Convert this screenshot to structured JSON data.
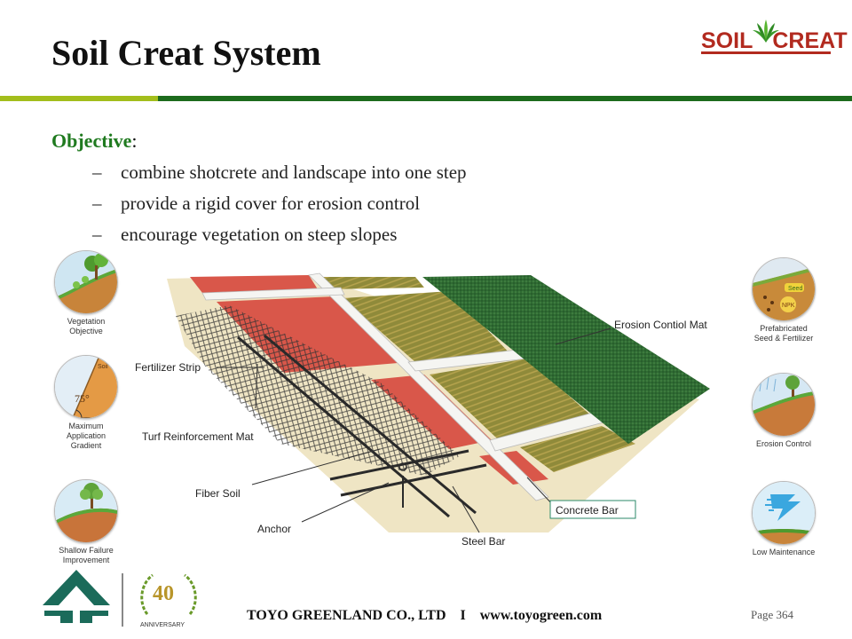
{
  "slide": {
    "title": "Soil Creat System",
    "logo": {
      "left_text": "SOIL",
      "right_text": "CREAT",
      "icon": "leaf-icon",
      "color": "#b22a1f"
    },
    "accent_colors": {
      "light_green": "#a3be1c",
      "dark_green": "#1d6b1d",
      "objective_green": "#1f7a1f"
    }
  },
  "objective": {
    "label": "Objective",
    "colon": ":",
    "bullets": [
      {
        "dash": "–",
        "text": "combine shotcrete and landscape into one step"
      },
      {
        "dash": "–",
        "text": "provide a rigid cover for erosion control"
      },
      {
        "dash": "–",
        "text": "encourage vegetation on steep slopes"
      }
    ]
  },
  "left_icons": [
    {
      "name": "vegetation-objective-icon",
      "caption": [
        "Vegetation",
        "Objective"
      ]
    },
    {
      "name": "slope-gradient-icon",
      "caption": [
        "Maximum",
        "Application",
        "Gradient"
      ],
      "badge_soil": "Soil",
      "badge_angle": "75°"
    },
    {
      "name": "shallow-failure-icon",
      "caption": [
        "Shallow Failure",
        "Improvement"
      ]
    }
  ],
  "right_icons": [
    {
      "name": "seed-fertilizer-icon",
      "caption": [
        "Prefabricated",
        "Seed & Fertilizer"
      ],
      "badge_seed": "Seed",
      "badge_npk": "NPK"
    },
    {
      "name": "erosion-control-icon",
      "caption": [
        "Erosion Control"
      ]
    },
    {
      "name": "low-maintenance-icon",
      "caption": [
        "Low Maintenance"
      ]
    }
  ],
  "diagram": {
    "labels": {
      "erosion_mat": "Erosion Contiol Mat",
      "fertilizer": "Fertilizer Strip",
      "turf": "Turf Reinforcement Mat",
      "fiber": "Fiber Soil",
      "anchor": "Anchor",
      "steel": "Steel Bar",
      "concrete": "Concrete Bar"
    }
  },
  "footer": {
    "anniversary_number": "40",
    "anniversary_label": "ANNIVERSARY",
    "company": "TOYO GREENLAND CO., LTD",
    "separator": "I",
    "website": "www.toyogreen.com",
    "page": "Page 364"
  }
}
